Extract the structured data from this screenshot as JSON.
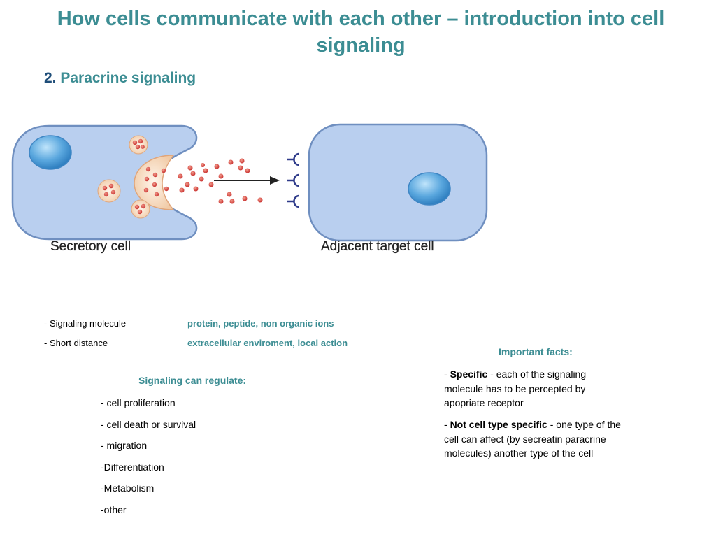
{
  "title": "How cells communicate with each other – introduction into cell signaling",
  "section": {
    "number": "2.",
    "label": "Paracrine signaling"
  },
  "diagram": {
    "left_cell_label": "Secretory cell",
    "right_cell_label": "Adjacent target cell",
    "colors": {
      "cell_fill": "#b9cfef",
      "cell_stroke": "#6f8fc0",
      "nucleus": "#5aa7de",
      "vesicle": "#f6dcc0",
      "molecule": "#d9433d",
      "receptor": "#2f3b8a"
    }
  },
  "properties": [
    {
      "label": "- Signaling molecule",
      "value": "protein, peptide, non organic ions"
    },
    {
      "label": "- Short distance",
      "value": "extracellular enviroment, local action"
    }
  ],
  "regulate": {
    "title": "Signaling can regulate:",
    "items": [
      "- cell proliferation",
      "- cell death or survival",
      "- migration",
      "-Differentiation",
      "-Metabolism",
      "-other"
    ]
  },
  "facts": {
    "title": "Important facts:",
    "items": [
      {
        "prefix": "- ",
        "bold": "Specific",
        "text": " - each of the signaling molecule has to be percepted by apopriate receptor"
      },
      {
        "prefix": "- ",
        "bold": "Not cell type specific",
        "text": " - one type of the cell can affect (by secreatin paracrine molecules) another type of the cell"
      }
    ]
  }
}
